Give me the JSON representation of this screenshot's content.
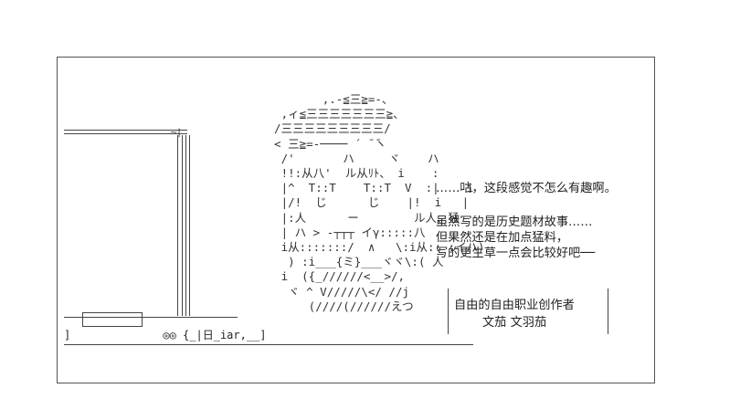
{
  "art": {
    "figure_lines": [
      "         ,.-≦三≧=-、",
      "   ,ィ≦三三三三三三三≧、",
      "  /三三三三三三三三三/",
      "  < 三≧=-──── ´ ̄ ̄ヽ",
      "   /'       ハ     ヾ    ハ",
      "   !!:从八'  ル从ﾘﾄ、 i    :",
      "   |^  T::T    T::T  V  :|    i",
      "   |/!  じ      じ    |!  i   |",
      "   |:人      ー        ル人、猛",
      "   | ハ > -┬┬┬ イγ:::::八",
      "   i从:::::::/  ∧   \\:i从:: :イハ)",
      "    ) :i___{ミ}___ヾヾ\\:( 人",
      "   i  ({_//////<__>/,",
      "    ヾ ^ V/////\\</ //j",
      "       (////(//////えつ"
    ],
    "bottom_left": "]              ◎◎ {_|日_iar,__]"
  },
  "dialog": {
    "line1": "……咕，这段感觉不怎么有趣啊。",
    "line2": "虽然写的是历史题材故事……",
    "line3": "但果然还是在加点猛料，",
    "line4": "写的更生草一点会比较好吧──"
  },
  "credit": {
    "line1": "自由的自由职业创作者",
    "line2": "文茄 文羽茄"
  }
}
